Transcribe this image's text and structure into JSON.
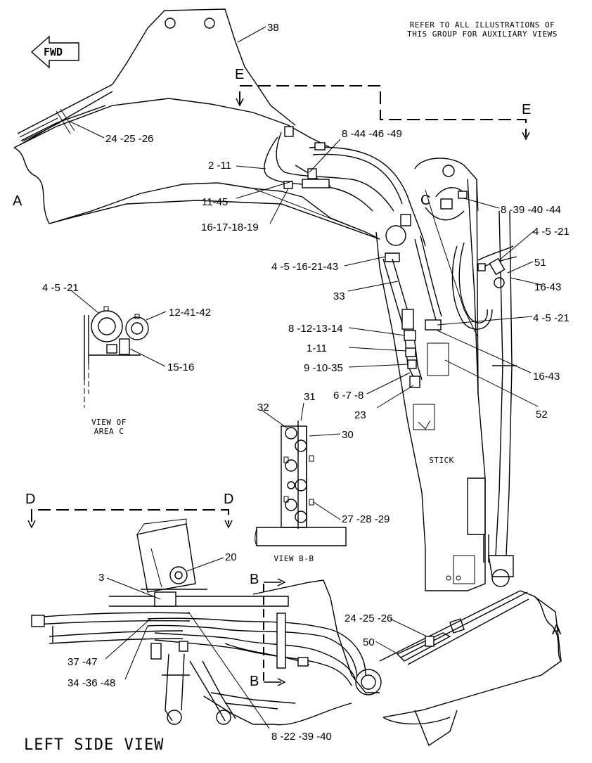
{
  "header_note": [
    "REFER TO ALL ILLUSTRATIONS OF",
    "THIS GROUP FOR AUXILIARY VIEWS"
  ],
  "fwd_label": "FWD",
  "section_letters": {
    "a_left": "A",
    "a_right": "A",
    "e_left": "E",
    "e_right": "E",
    "c": "C",
    "d_left": "D",
    "d_right": "D",
    "b_top": "B",
    "b_bottom": "B"
  },
  "callouts": {
    "c38": "38",
    "c24_top": "24 -25 -26",
    "c8_44": "8 -44 -46 -49",
    "c2_11": "2 -11",
    "c11_45": "11-45",
    "c16_19": "16-17-18-19",
    "c8_39": "8 -39 -40 -44",
    "c4_21_a": "4 -5 -21",
    "c51": "51",
    "c16_43_a": "16-43",
    "c4_43": "4 -5 -16-21-43",
    "c33": "33",
    "c4_21_b": "4 -5 -21",
    "c8_14": "8 -12-13-14",
    "c1_11": "1-11",
    "c9_35": "9 -10-35",
    "c16_43_b": "16-43",
    "c6_8": "6 -7 -8",
    "c23": "23",
    "c52": "52",
    "c4_21_c": "4 -5 -21",
    "c12_42": "12-41-42",
    "c15_16": "15-16",
    "c32": "32",
    "c31": "31",
    "c30": "30",
    "c27_29": "27 -28 -29",
    "c20": "20",
    "c3": "3",
    "c24_bot": "24 -25 -26",
    "c50": "50",
    "c37_47": "37 -47",
    "c34_48": "34 -36 -48",
    "c8_40": "8 -22 -39 -40"
  },
  "view_c_label": [
    "VIEW  OF",
    "AREA  C"
  ],
  "view_b_label": "VIEW  B-B",
  "stick_label": "STICK",
  "footer_label": "LEFT  SIDE  VIEW"
}
